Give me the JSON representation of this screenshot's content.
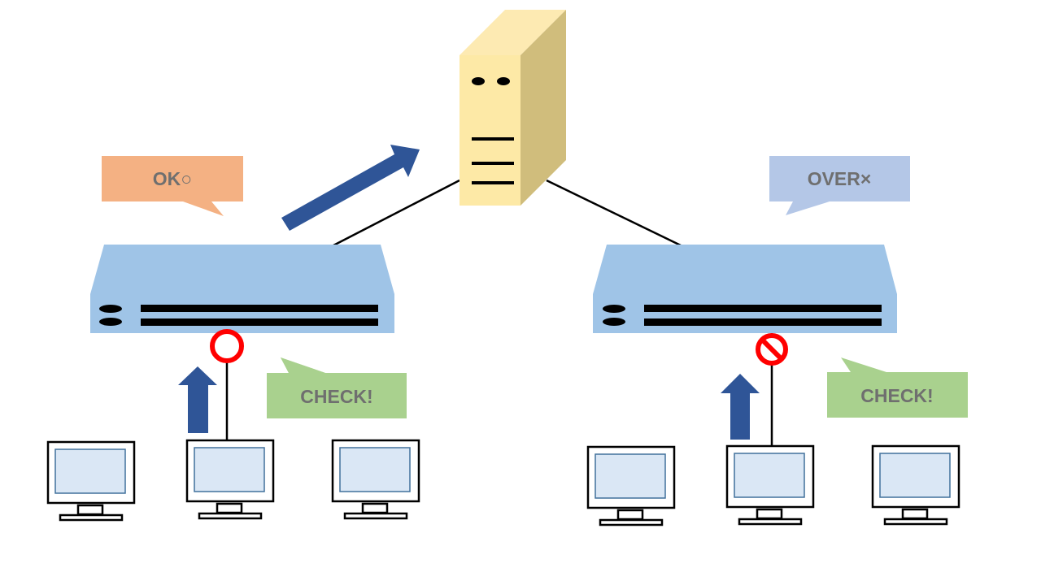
{
  "labels": {
    "left_status": "OK○",
    "right_status": "OVER×",
    "left_check": "CHECK!",
    "right_check": "CHECK!"
  },
  "colors": {
    "server_front": "#fde9a6",
    "server_side": "#d0bd7c",
    "server_top": "#fdeab2",
    "switch_body": "#9fc4e7",
    "arrow": "#2f5597",
    "ok_bubble": "#f4b183",
    "over_bubble": "#b4c7e7",
    "check_bubble": "#a9d18e",
    "status_ring": "#ff0000",
    "monitor_screen": "#dae7f5",
    "monitor_screen_border": "#41719c"
  },
  "icons": {
    "server": "server-tower-icon",
    "switch": "network-switch-icon",
    "pc": "desktop-monitor-icon",
    "ok_mark": "circle-ok-icon",
    "ng_mark": "prohibited-icon"
  }
}
